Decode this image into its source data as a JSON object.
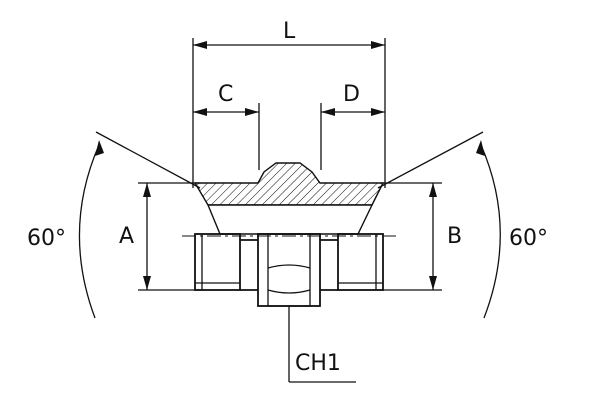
{
  "labels": {
    "L": "L",
    "C": "C",
    "D": "D",
    "A": "A",
    "B": "B",
    "angle_left": "60°",
    "angle_right": "60°",
    "CH1": "CH1"
  }
}
